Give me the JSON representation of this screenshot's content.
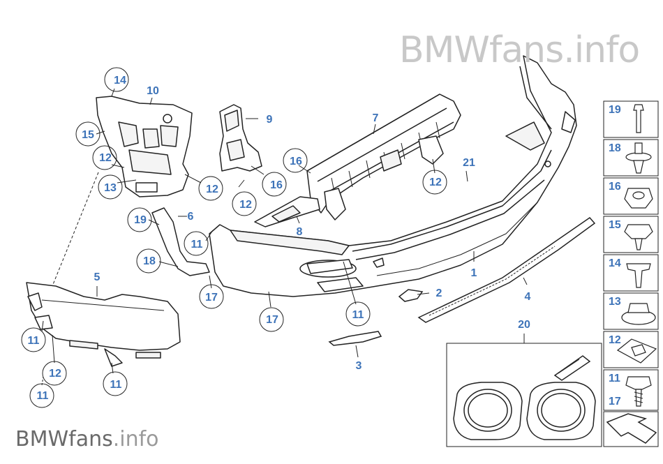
{
  "watermark": {
    "brand": "BMWfans",
    "tld": ".info"
  },
  "callouts": {
    "c1": "1",
    "c2": "2",
    "c3": "3",
    "c4": "4",
    "c5": "5",
    "c6": "6",
    "c7": "7",
    "c8": "8",
    "c9": "9",
    "c10": "10",
    "c14": "14",
    "c15": "15",
    "c12a": "12",
    "c13": "13",
    "c12b": "12",
    "c12c": "12",
    "c16a": "16",
    "c16b": "16",
    "c12d": "12",
    "c21": "21",
    "c19": "19",
    "c11a": "11",
    "c18": "18",
    "c17a": "17",
    "c17b": "17",
    "c11b": "11",
    "c11c": "11",
    "c12e": "12",
    "c11d": "11",
    "c11e": "11",
    "c20": "20"
  },
  "sidebar": {
    "s19": "19",
    "s18": "18",
    "s16": "16",
    "s15": "15",
    "s14": "14",
    "s13": "13",
    "s12": "12",
    "s11": "11",
    "s17": "17"
  }
}
